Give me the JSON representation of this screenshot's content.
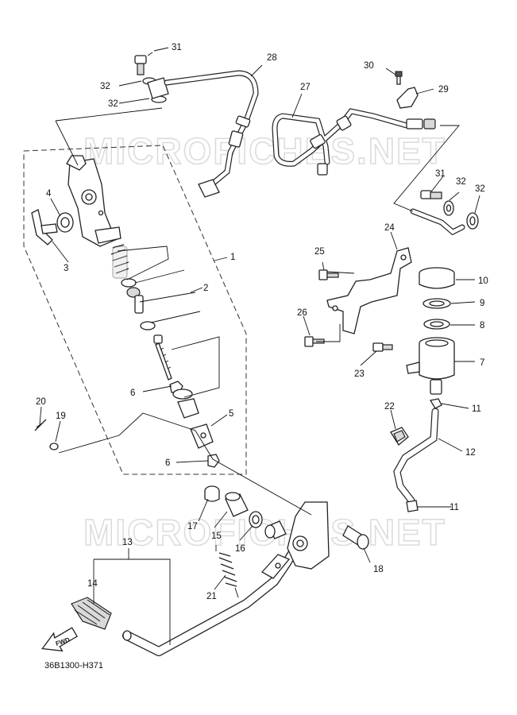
{
  "watermark": {
    "text": "MICROFICHES.NET"
  },
  "diagram_code": "36B1300-H371",
  "fwd_label": "FWD",
  "callouts": {
    "c1": "1",
    "c2": "2",
    "c3": "3",
    "c4": "4",
    "c5": "5",
    "c6a": "6",
    "c6b": "6",
    "c7": "7",
    "c8": "8",
    "c9": "9",
    "c10": "10",
    "c11a": "11",
    "c11b": "11",
    "c12": "12",
    "c13": "13",
    "c14": "14",
    "c15": "15",
    "c16": "16",
    "c17": "17",
    "c18": "18",
    "c19": "19",
    "c20": "20",
    "c21": "21",
    "c22": "22",
    "c23": "23",
    "c24": "24",
    "c25": "25",
    "c26": "26",
    "c27": "27",
    "c28": "28",
    "c29": "29",
    "c30": "30",
    "c31a": "31",
    "c31b": "31",
    "c32a": "32",
    "c32b": "32",
    "c32c": "32",
    "c32d": "32"
  }
}
